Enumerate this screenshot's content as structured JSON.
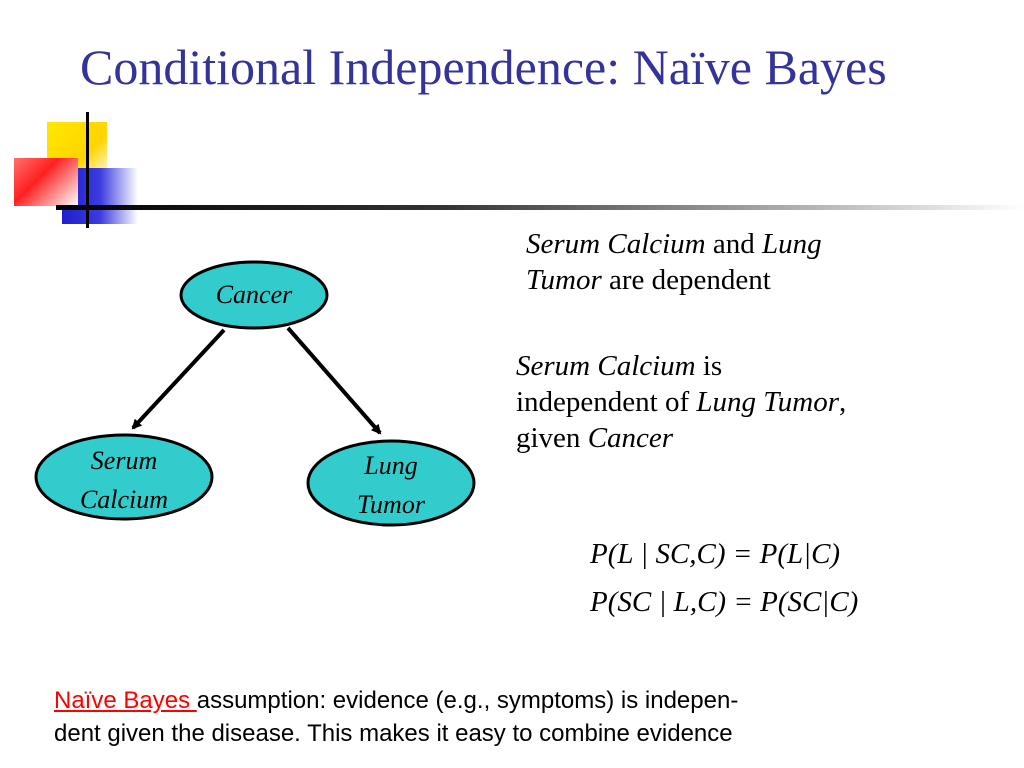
{
  "title": "Conditional Independence: Naïve Bayes",
  "nodes": {
    "cancer": "Cancer",
    "serum_calcium": [
      "Serum",
      "Calcium"
    ],
    "lung_tumor": [
      "Lung",
      "Tumor"
    ]
  },
  "statements": {
    "dependent": {
      "italic_1": "Serum Calcium",
      "text_1": " and ",
      "italic_2": "Lung",
      "italic_3": "Tumor",
      "text_2": " are dependent"
    },
    "independent": {
      "italic_1": "Serum Calcium",
      "text_1": " is",
      "text_2": "independent of ",
      "italic_2": "Lung Tumor",
      "text_3": ",",
      "text_4": "given ",
      "italic_3": "Cancer"
    }
  },
  "equations": [
    "P(L | SC,C) = P(L|C)",
    "P(SC | L,C) = P(SC|C)"
  ],
  "footnote": {
    "link": "Naïve Bayes ",
    "line1_rest": "assumption: evidence (e.g., symptoms) is indepen-",
    "line2": "dent given the disease.  This makes it easy to combine evidence"
  },
  "colors": {
    "title": "#333399",
    "node_fill": "#33cccc",
    "link": "#ff0000"
  }
}
